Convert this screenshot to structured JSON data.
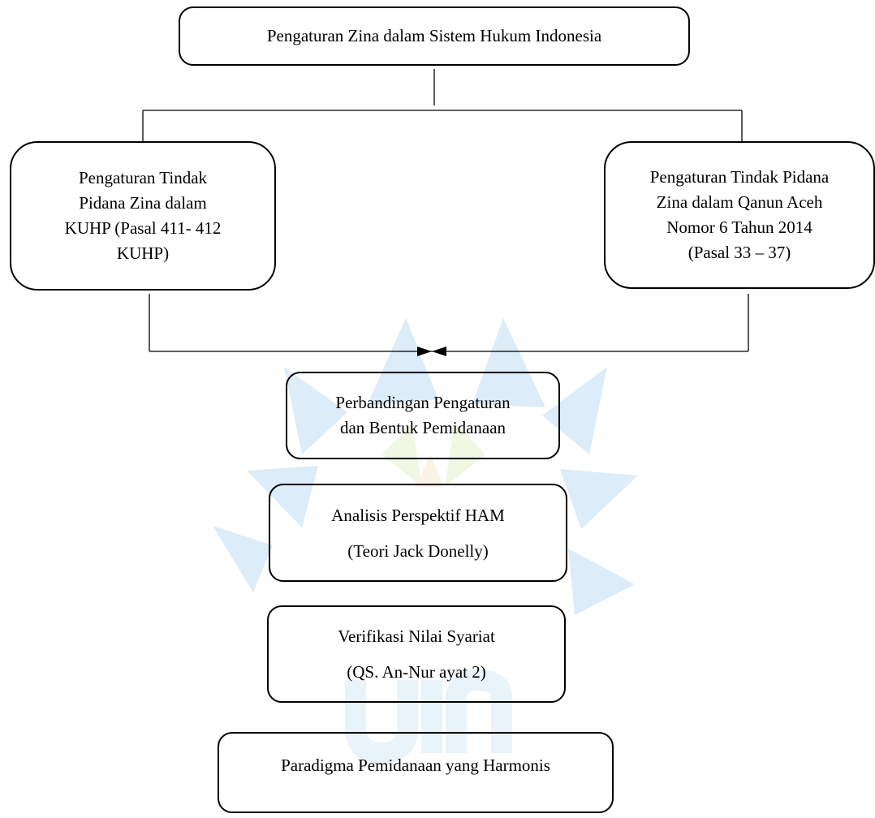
{
  "colors": {
    "line": "#000000",
    "watermark_blue": "#2f8fd6",
    "watermark_green": "#a9cf57",
    "watermark_gold": "#e6c06a"
  },
  "nodes": {
    "top": {
      "lines": [
        "Pengaturan Zina dalam Sistem Hukum Indonesia"
      ]
    },
    "left": {
      "lines": [
        "Pengaturan Tindak",
        "Pidana Zina dalam",
        "KUHP (Pasal 411- 412",
        "KUHP)"
      ]
    },
    "right": {
      "lines": [
        "Pengaturan Tindak Pidana",
        "Zina dalam Qanun Aceh",
        "Nomor 6 Tahun 2014",
        "(Pasal 33 – 37)"
      ]
    },
    "compare": {
      "lines": [
        "Perbandingan Pengaturan",
        "dan Bentuk Pemidanaan"
      ]
    },
    "ham": {
      "lines": [
        "Analisis Perspektif HAM",
        "(Teori Jack Donelly)"
      ]
    },
    "syariat": {
      "lines": [
        "Verifikasi Nilai Syariat",
        "(QS. An-Nur ayat 2)"
      ]
    },
    "final": {
      "lines": [
        "Paradigma Pemidanaan yang Harmonis"
      ]
    }
  },
  "watermark": {
    "icon": "university-logo-watermark",
    "letters": "UIN"
  }
}
